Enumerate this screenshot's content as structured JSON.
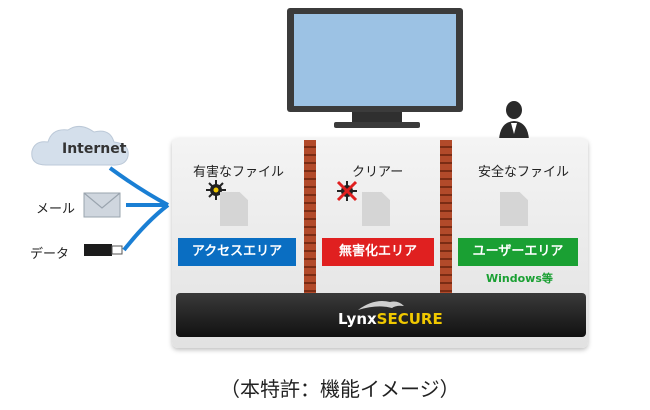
{
  "left": {
    "internet": "Internet",
    "mail": "メール",
    "data": "データ"
  },
  "zones": [
    {
      "title": "有害なファイル",
      "label": "アクセスエリア",
      "color": "#0a6ec2"
    },
    {
      "title": "クリアー",
      "label": "無害化エリア",
      "color": "#e02020"
    },
    {
      "title": "安全なファイル",
      "label": "ユーザーエリア",
      "sub": "Windows等",
      "color": "#1aa033"
    }
  ],
  "platform": {
    "logo_main": "Lynx",
    "logo_accent": "SECURE"
  },
  "caption": "（本特許：機能イメージ）",
  "icons": [
    "cloud-icon",
    "mail-icon",
    "usb-icon",
    "monitor-icon",
    "user-icon",
    "virus-icon",
    "document-icon",
    "arrow-right-icon"
  ]
}
